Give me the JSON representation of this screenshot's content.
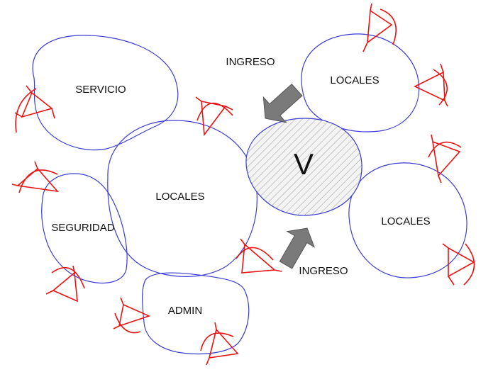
{
  "zones": {
    "servicio": "SERVICIO",
    "locales_center": "LOCALES",
    "seguridad": "SEGURIDAD",
    "admin": "ADMIN",
    "locales_top_right": "LOCALES",
    "locales_right": "LOCALES",
    "vestibule": "V"
  },
  "entrances": {
    "top": "INGRESO",
    "bottom": "INGRESO"
  },
  "colors": {
    "zone_outline": "#3b3bd6",
    "view_symbol": "#ee1111",
    "arrow_fill": "#7a7a7a",
    "hatch": "#9a9a9a"
  },
  "icons": [
    "view-cone-icon",
    "entrance-arrow-icon"
  ]
}
